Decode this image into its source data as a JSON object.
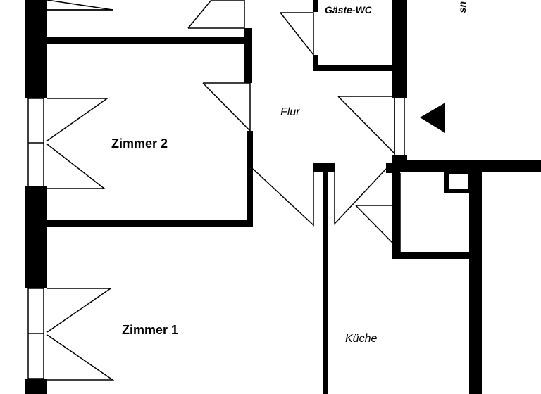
{
  "plan": {
    "rooms": {
      "gaeste_wc": "Gäste-WC",
      "flur": "Flur",
      "zimmer2": "Zimmer 2",
      "zimmer1": "Zimmer 1",
      "kueche": "Küche",
      "cut_label": "sn"
    },
    "colors": {
      "wall": "#000000",
      "line": "#000000",
      "background": "#ffffff"
    },
    "icons": {
      "entrance": "entrance-arrow-icon"
    }
  }
}
